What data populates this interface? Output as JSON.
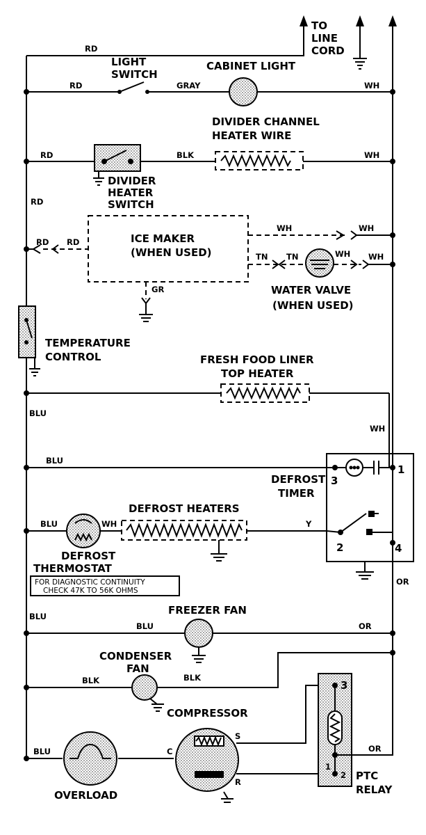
{
  "labels": {
    "to_line_cord": [
      "TO",
      "LINE",
      "CORD"
    ],
    "light_switch": [
      "LIGHT",
      "SWITCH"
    ],
    "cabinet_light": "CABINET LIGHT",
    "divider_channel": [
      "DIVIDER CHANNEL",
      "HEATER WIRE"
    ],
    "divider_heater_switch": [
      "DIVIDER",
      "HEATER",
      "SWITCH"
    ],
    "ice_maker": [
      "ICE MAKER",
      "(WHEN USED)"
    ],
    "water_valve": [
      "WATER VALVE",
      "(WHEN USED)"
    ],
    "temperature_control": [
      "TEMPERATURE",
      "CONTROL"
    ],
    "fresh_food_liner": [
      "FRESH FOOD LINER",
      "TOP HEATER"
    ],
    "defrost_timer": [
      "DEFROST",
      "TIMER"
    ],
    "defrost_heaters": "DEFROST HEATERS",
    "defrost_thermostat": [
      "DEFROST",
      "THERMOSTAT"
    ],
    "diagnostic_note": [
      "FOR DIAGNOSTIC CONTINUITY",
      "CHECK 47K TO 56K OHMS"
    ],
    "freezer_fan": "FREEZER FAN",
    "condenser_fan": [
      "CONDENSER",
      "FAN"
    ],
    "compressor": "COMPRESSOR",
    "overload": "OVERLOAD",
    "ptc_relay": [
      "PTC",
      "RELAY"
    ]
  },
  "wire_colors": {
    "rd": "RD",
    "gray": "GRAY",
    "wh": "WH",
    "blk": "BLK",
    "tn": "TN",
    "gr": "GR",
    "blu": "BLU",
    "y": "Y",
    "or": "OR"
  },
  "terminals": {
    "t1": "1",
    "t2": "2",
    "t3": "3",
    "t4": "4",
    "s": "S",
    "r": "R",
    "c": "C"
  }
}
